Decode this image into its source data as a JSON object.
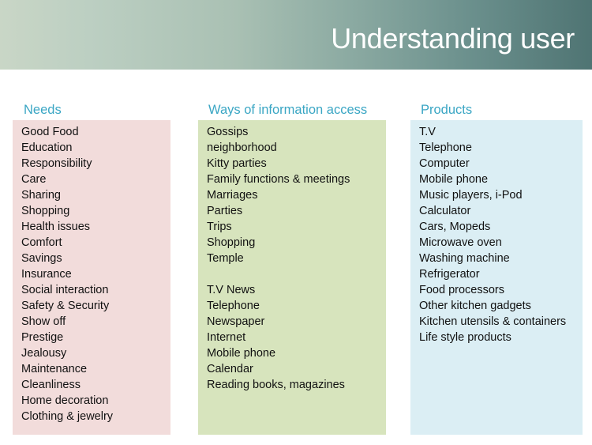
{
  "title": "Understanding user",
  "columns": [
    {
      "heading": "Needs",
      "color": "#f2dcdb",
      "items": [
        "Good Food",
        "Education",
        "Responsibility",
        "Care",
        "Sharing",
        "Shopping",
        "Health issues",
        "Comfort",
        "Savings",
        "Insurance",
        "Social interaction",
        "Safety & Security",
        "Show off",
        "Prestige",
        "Jealousy",
        "Maintenance",
        "Cleanliness",
        "Home decoration",
        "Clothing & jewelry"
      ]
    },
    {
      "heading": "Ways of information access",
      "color": "#d7e4bd",
      "items": [
        "Gossips",
        "neighborhood",
        "Kitty parties",
        "Family functions & meetings",
        "Marriages",
        "Parties",
        "Trips",
        "Shopping",
        "Temple",
        "",
        "T.V News",
        "Telephone",
        "Newspaper",
        "Internet",
        "Mobile phone",
        "Calendar",
        "Reading books, magazines"
      ]
    },
    {
      "heading": "Products",
      "color": "#dbeef4",
      "items": [
        "T.V",
        "Telephone",
        "Computer",
        "Mobile phone",
        "Music players, i-Pod",
        "Calculator",
        "Cars, Mopeds",
        "Microwave oven",
        "Washing machine",
        "Refrigerator",
        "Food processors",
        "Other kitchen gadgets",
        "Kitchen utensils & containers",
        "Life style products"
      ]
    }
  ]
}
